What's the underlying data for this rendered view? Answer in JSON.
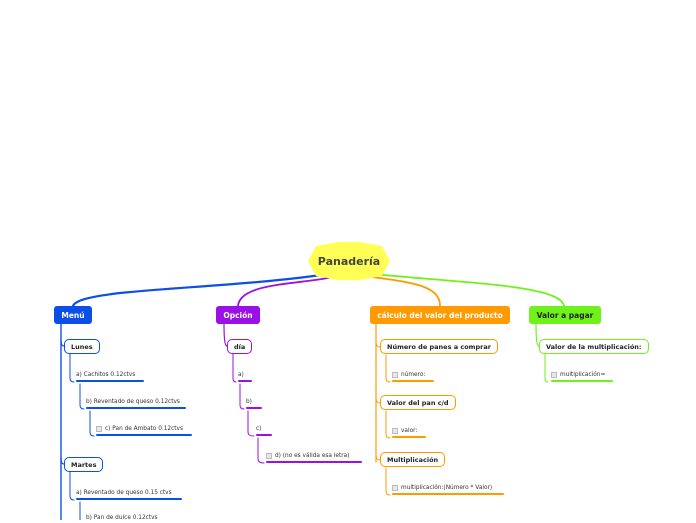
{
  "root": {
    "label": "Panadería"
  },
  "colors": {
    "root_fill": "#ffff55",
    "menu": "#0b4fe8",
    "opcion": "#9b10e6",
    "calculo": "#ff9a00",
    "valor": "#6ff21a"
  },
  "menu": {
    "label": "Menú",
    "lunes": {
      "label": "Lunes",
      "a": "a) Cachitos 0.12ctvs",
      "b": "b) Reventado de queso 0.12ctvs",
      "c": "c) Pan de Ambato 0.12ctvs"
    },
    "martes": {
      "label": "Martes",
      "a": "a) Reventado de queso 0.15 ctvs",
      "b": "b) Pan de dulce 0.12ctvs"
    }
  },
  "opcion": {
    "label": "Opción",
    "dia": {
      "label": "día",
      "a": "a)",
      "b": "b)",
      "c": "c)",
      "d": "d) (no es válida esa letra)"
    }
  },
  "calculo": {
    "label": "cálculo del valor del producto",
    "numero_panes": {
      "label": "Número de panes a comprar",
      "leaf": "número:"
    },
    "valor_pan": {
      "label": "Valor del pan c/d",
      "leaf": "valor:"
    },
    "multiplicacion": {
      "label": "Multiplicación",
      "leaf": "multiplicación:(Número * Valor)"
    }
  },
  "valor_pagar": {
    "label": "Valor a pagar",
    "valor_mult": {
      "label": "Valor de la multiplicación:",
      "leaf": "multiplicación="
    }
  }
}
